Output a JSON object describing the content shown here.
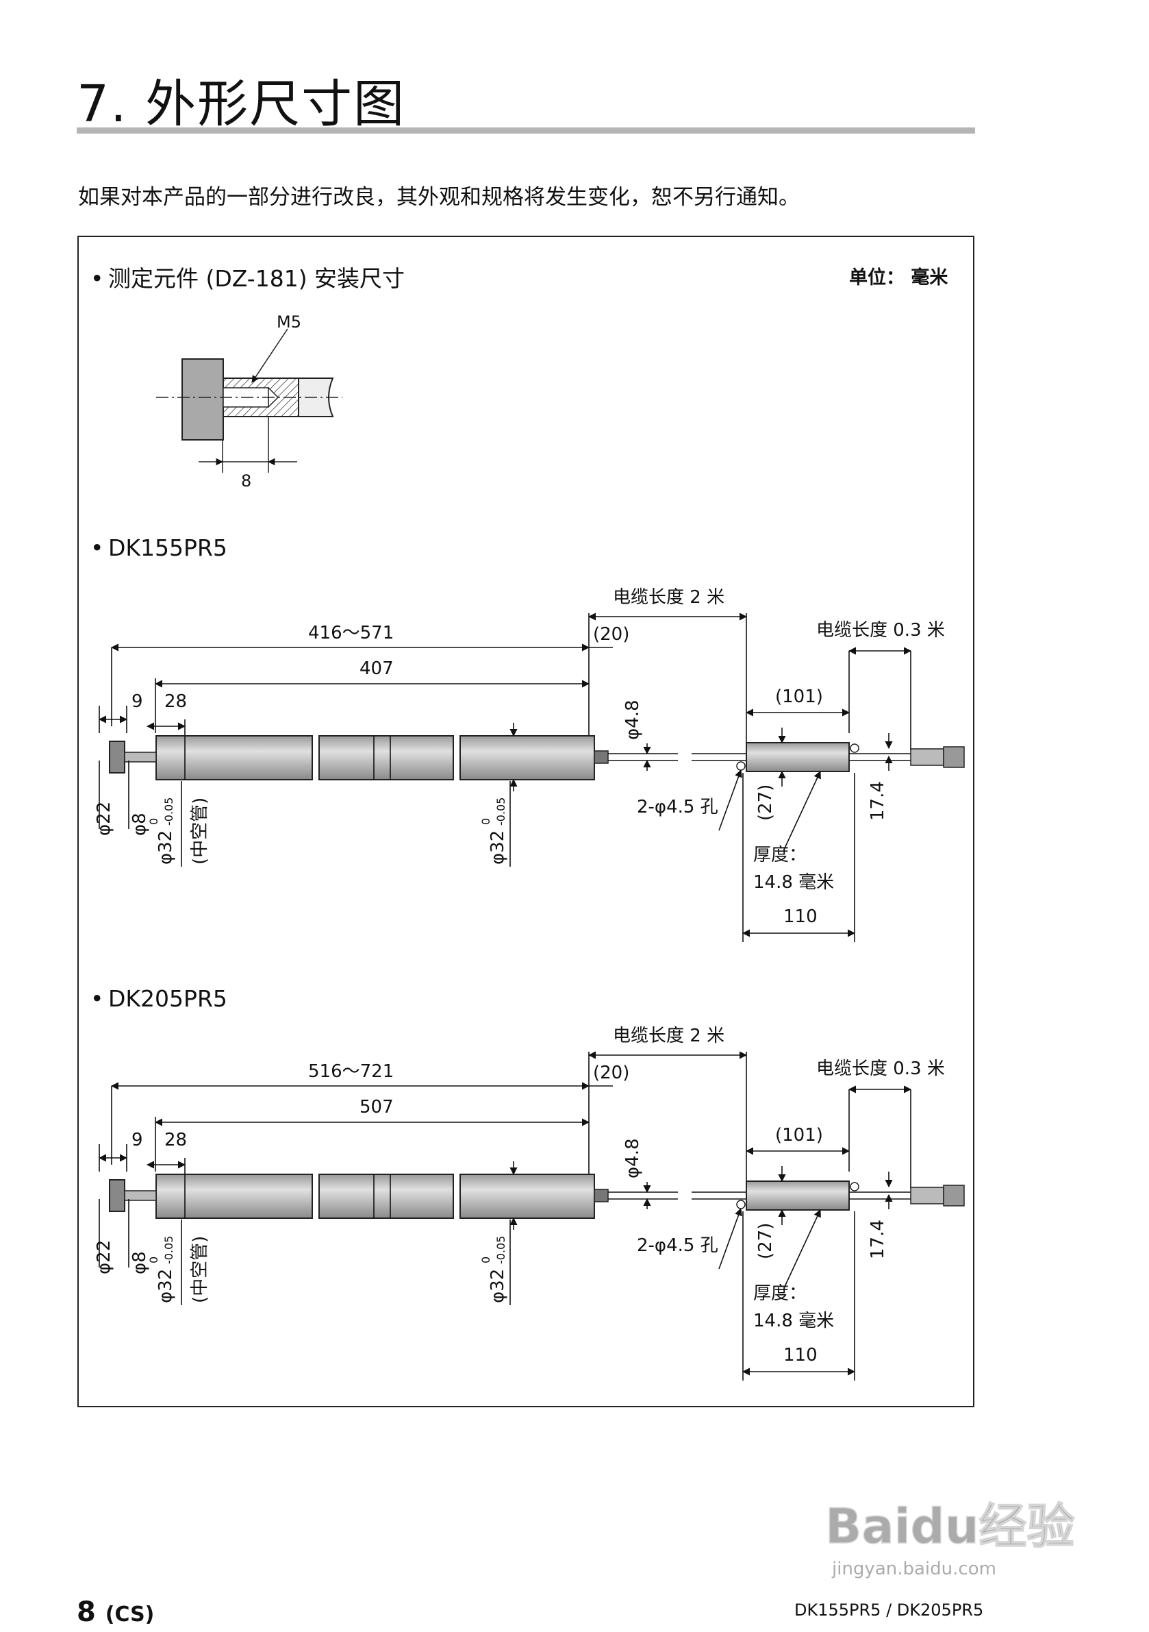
{
  "page": {
    "title": "7.  外形尺寸图",
    "notice": "如果对本产品的一部分进行改良，其外观和规格将发生变化，恕不另行通知。",
    "unit_label": "单位： 毫米"
  },
  "sections": [
    {
      "label": "测定元件 (DZ-181) 安装尺寸"
    },
    {
      "label": "DK155PR5"
    },
    {
      "label": "DK205PR5"
    }
  ],
  "sensor_detail": {
    "thread": "M5",
    "depth": "8"
  },
  "dk155": {
    "cable_main": "电缆长度 2 米",
    "cable_short": "电缆长度 0.3 米",
    "stroke_range": "416～571",
    "body_len": "407",
    "cable_gap": "(20)",
    "d9": "9",
    "d28": "28",
    "box_len": "(101)",
    "cable_dia": "φ4.8",
    "phi22": "φ22",
    "phi8": "φ8",
    "phi32": "φ32",
    "tol_upper": "0",
    "tol_lower": "-0.05",
    "hollow": "(中空管)",
    "holes": "2-φ4.5 孔",
    "h27": "(27)",
    "h174": "17.4",
    "thickness_label": "厚度：",
    "thickness_val": "14.8 毫米",
    "total_box": "110"
  },
  "dk205": {
    "cable_main": "电缆长度 2 米",
    "cable_short": "电缆长度 0.3 米",
    "stroke_range": "516～721",
    "body_len": "507",
    "cable_gap": "(20)",
    "d9": "9",
    "d28": "28",
    "box_len": "(101)",
    "cable_dia": "φ4.8",
    "phi22": "φ22",
    "phi8": "φ8",
    "phi32": "φ32",
    "tol_upper": "0",
    "tol_lower": "-0.05",
    "hollow": "(中空管)",
    "holes": "2-φ4.5 孔",
    "h27": "(27)",
    "h174": "17.4",
    "thickness_label": "厚度：",
    "thickness_val": "14.8 毫米",
    "total_box": "110"
  },
  "footer": {
    "page_num": "8",
    "page_suffix": "(CS)",
    "models": "DK155PR5 / DK205PR5",
    "watermark": "Baidu经验",
    "watermark_url": "jingyan.baidu.com"
  }
}
